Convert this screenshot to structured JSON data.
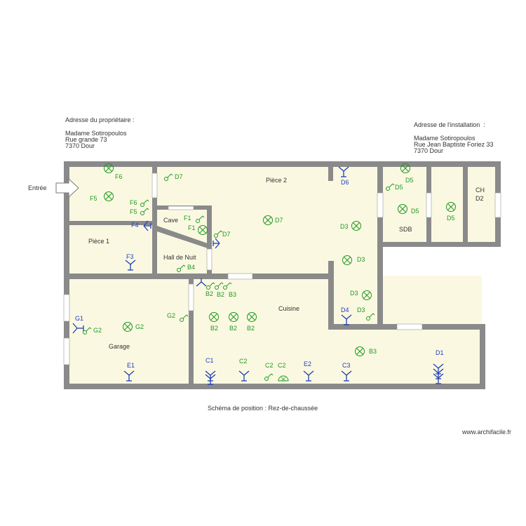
{
  "owner": {
    "heading": "Adresse du propriétaire :",
    "name": "Madame Sotiropoulos",
    "street": "Rue grande 73",
    "city": "7370 Dour"
  },
  "installation": {
    "heading": "Adresse de l'installation  :",
    "name": "Madame Sotiropoulos",
    "street": "Rue Jean Baptiste Foriez 33",
    "city": "7370 Dour"
  },
  "entry_label": "Entrée",
  "rooms": {
    "piece1": "Pièce 1",
    "piece2": "Pièce 2",
    "cave": "Cave",
    "hall": "Hall de Nuit",
    "garage": "Garage",
    "cuisine": "Cuisine",
    "sdb": "SDB",
    "ch": "CH",
    "ch2": "D2"
  },
  "circuit_labels": {
    "F6a": "F6",
    "F5a": "F5",
    "F6b": "F6",
    "F5b": "F5",
    "F4": "F4",
    "F3": "F3",
    "D7a": "D7",
    "F1a": "F1",
    "F1b": "F1",
    "D7b": "D7",
    "B4": "B4",
    "D7c": "D7",
    "D6": "D6",
    "D3a": "D3",
    "D3b": "D3",
    "D3c": "D3",
    "D3d": "D3",
    "D4": "D4",
    "D5a": "D5",
    "D5b": "D5",
    "D5c": "D5",
    "D5d": "D5",
    "G1": "G1",
    "G2a": "G2",
    "G2b": "G2",
    "G2c": "G2",
    "E1": "E1",
    "B2a": "B2",
    "B2b": "B2",
    "B3a": "B3",
    "B2c": "B2",
    "B2d": "B2",
    "B2e": "B2",
    "B3b": "B3",
    "C1": "C1",
    "C2a": "C2",
    "C2b": "C2",
    "C2c": "C2",
    "E2": "E2",
    "C3": "C3",
    "D1": "D1"
  },
  "caption": "Schéma de position : Rez-de-chaussée",
  "watermark": "www.archifacile.fr",
  "colors": {
    "wall": "#8a8a8a",
    "floor": "#fbf8e2",
    "green": "#1f9a1f",
    "blue": "#1f3fb8"
  }
}
